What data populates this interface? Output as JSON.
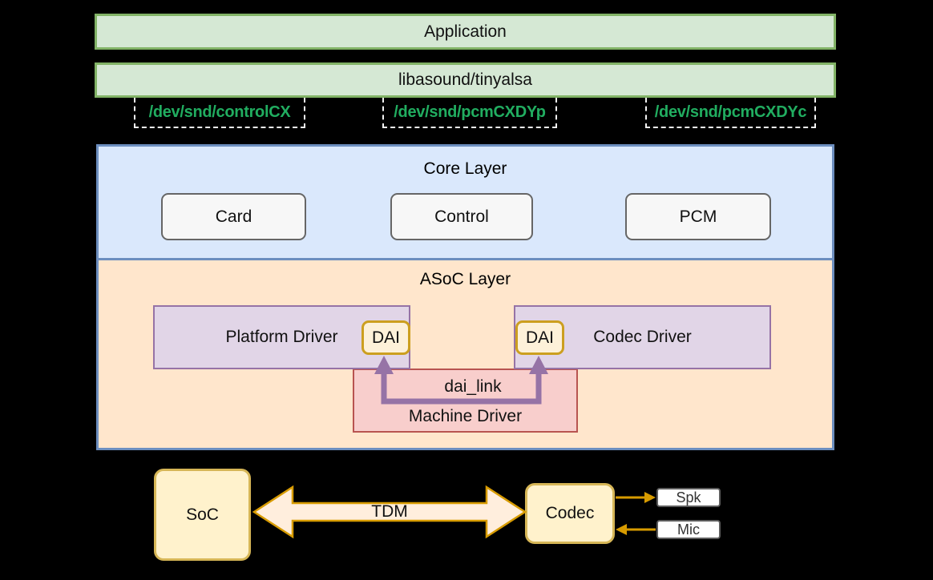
{
  "stack": {
    "application": "Application",
    "library": "libasound/tinyalsa",
    "devices": [
      {
        "label": "/dev/snd/controlCX"
      },
      {
        "label": "/dev/snd/pcmCXDYp"
      },
      {
        "label": "/dev/snd/pcmCXDYc"
      }
    ],
    "core_layer": {
      "title": "Core Layer",
      "components": [
        {
          "label": "Card"
        },
        {
          "label": "Control"
        },
        {
          "label": "PCM"
        }
      ]
    },
    "asoc_layer": {
      "title": "ASoC Layer",
      "platform_driver": "Platform Driver",
      "platform_dai": "DAI",
      "codec_driver": "Codec Driver",
      "codec_dai": "DAI",
      "machine_driver": "Machine Driver",
      "dai_link": "dai_link"
    }
  },
  "hardware": {
    "soc": "SoC",
    "codec": "Codec",
    "bus_label": "TDM",
    "speaker": "Spk",
    "mic": "Mic"
  },
  "colors": {
    "background": "#000000",
    "green_fill": "#d5e8d4",
    "green_border": "#82b366",
    "device_text_green": "#21ad60",
    "device_dash": "#f2f2f2",
    "blue_fill": "#dae8fc",
    "blue_border": "#6c8ebf",
    "orange_fill": "#ffe6cc",
    "purple_fill": "#e1d5e7",
    "purple_border": "#9673a6",
    "red_fill": "#f8cecc",
    "red_border": "#b85450",
    "yellow_fill": "#fff2cc",
    "yellow_border": "#d6b656",
    "dai_fill": "#fdf1d9",
    "dai_border": "#cc9f1f",
    "arrow_gold": "#d79b00",
    "tdm_arrow_fill": "#ffeedd"
  }
}
